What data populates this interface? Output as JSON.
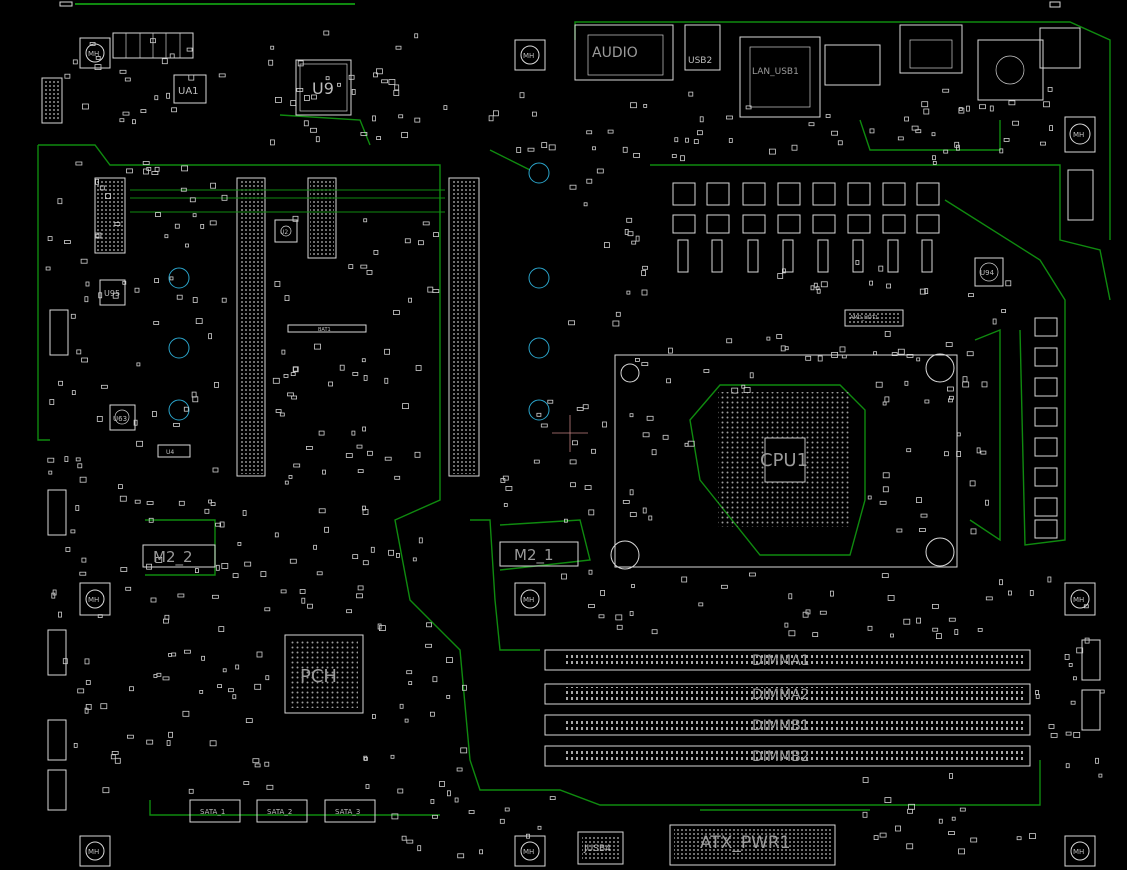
{
  "labels": {
    "u9": "U9",
    "ua1": "UA1",
    "audio": "AUDIO",
    "usb2": "USB2",
    "lan_usb1": "LAN_USB1",
    "u63": "U63",
    "cpu1": "CPU1",
    "u94": "U94",
    "u95": "U95",
    "u2": "U2",
    "u4": "U4",
    "bat1": "BAT1",
    "amd_hdt1": "AMD_HDT1",
    "m2_2": "M2_2",
    "m2_1": "M2_1",
    "pch": "PCH",
    "dimm_a1": "DIMMA1",
    "dimm_a2": "DIMMA2",
    "dimm_b1": "DIMMB1",
    "dimm_b2": "DIMMB2",
    "sata_1": "SATA_1",
    "sata_2": "SATA_2",
    "sata_3": "SATA_3",
    "jusb4": "JUSB4",
    "atx_pwr1": "ATX_PWR1",
    "mh": "MH"
  },
  "colors": {
    "background": "#000000",
    "silkscreen": "#d8d8d8",
    "outline": "#0f8a0f",
    "drill": "#2aa3c9"
  }
}
